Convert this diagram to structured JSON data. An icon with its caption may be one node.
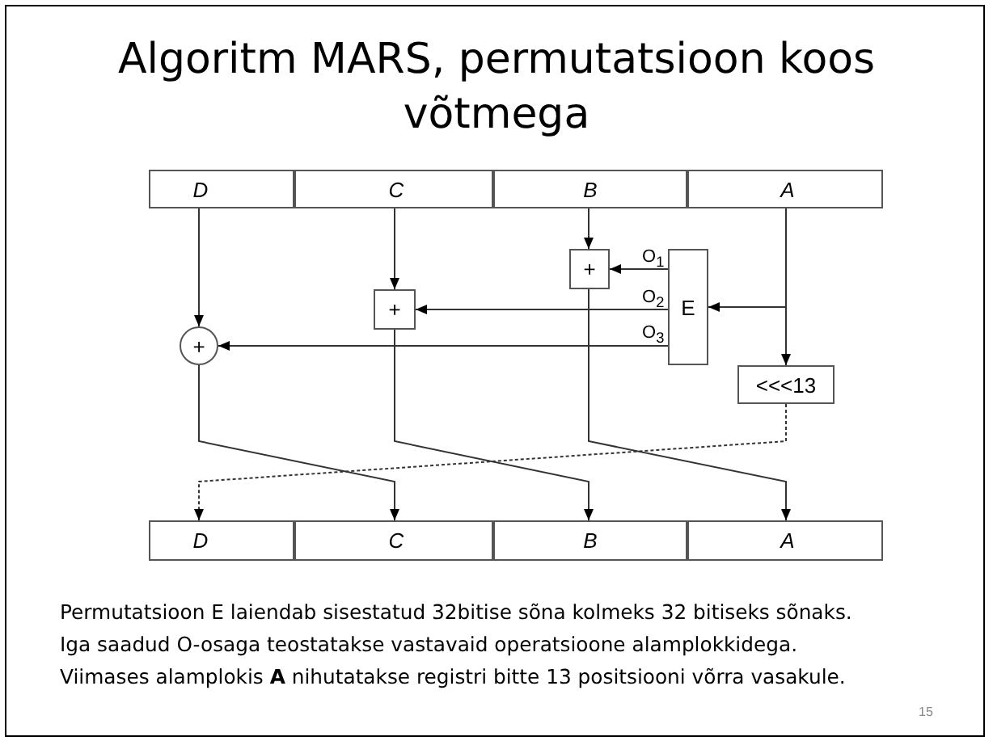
{
  "diagram": {
    "title": "Algoritm MARS, permutatsioon koos võtmega",
    "nodes": [
      {
        "text": [
          "D"
        ]
      },
      {
        "text": [
          "C"
        ]
      },
      {
        "text": [
          "B"
        ]
      },
      {
        "text": [
          "A"
        ]
      },
      {
        "text": [
          "D"
        ]
      },
      {
        "text": [
          "C"
        ]
      },
      {
        "text": [
          "B"
        ]
      },
      {
        "text": [
          "A"
        ]
      },
      {
        "text": [
          "+"
        ]
      },
      {
        "text": [
          "+"
        ]
      },
      {
        "text": [
          "+"
        ]
      },
      {
        "text": [
          "E"
        ]
      },
      {
        "text": [
          "<<<13"
        ]
      }
    ],
    "edges": [
      {
        "from": 0,
        "to": 10,
        "arrow": "to"
      },
      {
        "from": 1,
        "to": 9,
        "arrow": "to"
      },
      {
        "from": 2,
        "to": 8,
        "arrow": "to"
      },
      {
        "from": 3,
        "to": 12,
        "arrow": "to"
      },
      {
        "from": 3,
        "to": 11,
        "arrow": "to"
      },
      {
        "from": 11,
        "to": 8,
        "arrow": "to",
        "label": "O$_{1}$"
      },
      {
        "from": 11,
        "to": 9,
        "arrow": "to",
        "label": "O$_{2}$"
      },
      {
        "from": 11,
        "to": 10,
        "arrow": "to",
        "label": "O$_{3}$"
      },
      {
        "from": 10,
        "to": 5,
        "arrow": "to"
      },
      {
        "from": 9,
        "to": 6,
        "arrow": "to"
      },
      {
        "from": 8,
        "to": 7,
        "arrow": "to"
      },
      {
        "from": 12,
        "to": 4,
        "arrow": "to",
        "style": "dashed"
      }
    ],
    "labels": [
      "Permutatsioon E laiendab sisestatud 32bitise sõna kolmeks 32 bitiseks sõnaks.",
      "Iga saadud O-osaga teostatakse vastavaid operatsioone alamplokkidega.",
      "Viimases alamplokis **A** nihutatakse registri  bitte 13 positsiooni võrra vasakule.",
      "15"
    ]
  }
}
